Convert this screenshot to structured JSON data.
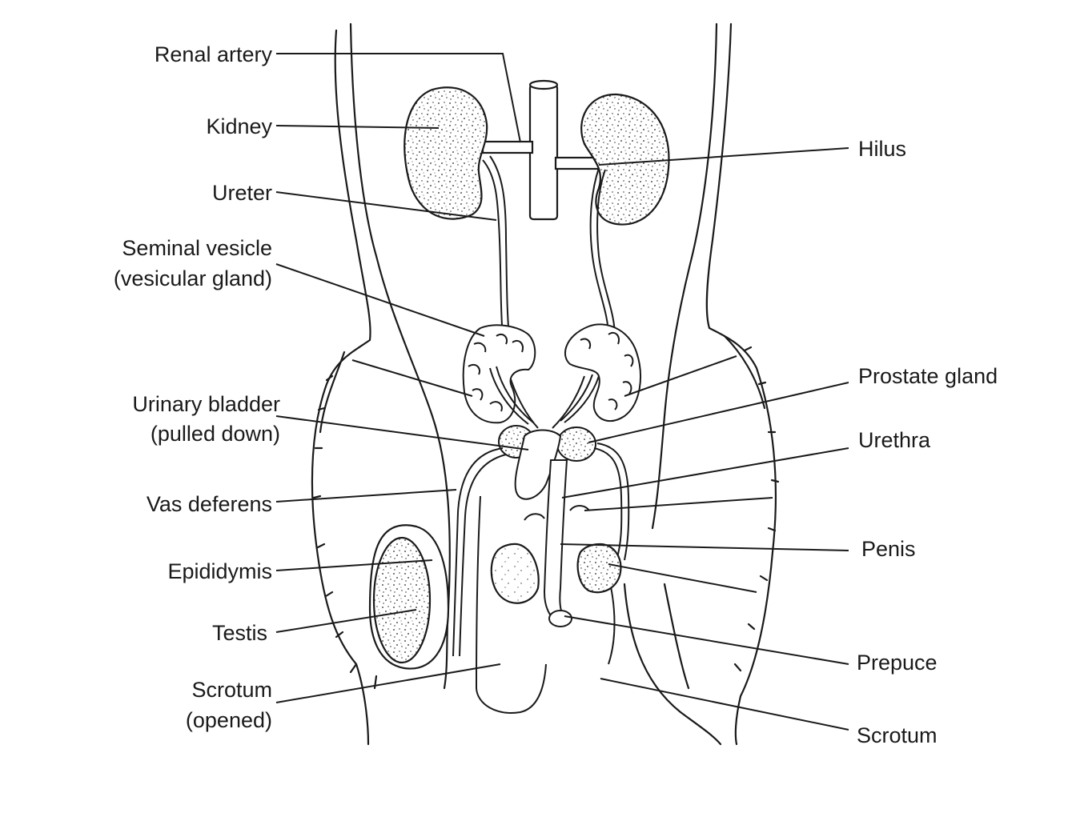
{
  "labels": {
    "left": {
      "renal_artery": "Renal artery",
      "kidney": "Kidney",
      "ureter": "Ureter",
      "seminal_vesicle_1": "Seminal vesicle",
      "seminal_vesicle_2": "(vesicular gland)",
      "urinary_bladder_1": "Urinary bladder",
      "urinary_bladder_2": "(pulled down)",
      "vas_deferens": "Vas deferens",
      "epididymis": "Epididymis",
      "testis": "Testis",
      "scrotum_opened_1": "Scrotum",
      "scrotum_opened_2": "(opened)"
    },
    "right": {
      "hilus": "Hilus",
      "prostate_gland": "Prostate gland",
      "urethra": "Urethra",
      "penis": "Penis",
      "prepuce": "Prepuce",
      "scrotum": "Scrotum"
    }
  }
}
